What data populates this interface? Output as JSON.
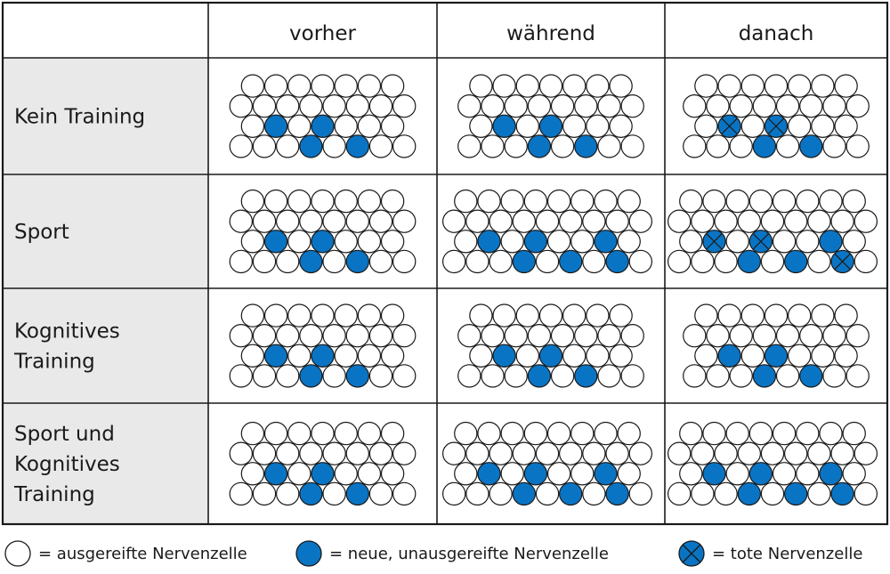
{
  "columns": [
    "vorher",
    "während",
    "danach"
  ],
  "rows": [
    {
      "label": [
        "Kein Training"
      ]
    },
    {
      "label": [
        "Sport"
      ]
    },
    {
      "label": [
        "Kognitives",
        "Training"
      ]
    },
    {
      "label": [
        "Sport und",
        "Kognitives",
        "Training"
      ]
    }
  ],
  "legend": {
    "ripe": "= ausgereifte Nervenzelle",
    "new": "= neue, unausgereifte Nervenzelle",
    "dead": "= tote Nervenzelle"
  },
  "colors": {
    "new_cell": "#0a74c4",
    "row_header_bg": "#e9e9e9",
    "grid_line": "#1a1a1a",
    "cell_stroke": "#1a1a1a"
  },
  "cell_states": {
    "ripe": "white-circle",
    "new": "blue-circle",
    "dead": "blue-circle-with-x"
  },
  "panels": [
    [
      {
        "new": [
          [
            2,
            1
          ],
          [
            2,
            3
          ],
          [
            3,
            3
          ],
          [
            3,
            5
          ]
        ],
        "dead": []
      },
      {
        "new": [
          [
            2,
            1
          ],
          [
            2,
            3
          ],
          [
            3,
            3
          ],
          [
            3,
            5
          ]
        ],
        "dead": []
      },
      {
        "new": [
          [
            3,
            3
          ],
          [
            3,
            5
          ]
        ],
        "dead": [
          [
            2,
            1
          ],
          [
            2,
            3
          ]
        ]
      }
    ],
    [
      {
        "new": [
          [
            2,
            1
          ],
          [
            2,
            3
          ],
          [
            3,
            3
          ],
          [
            3,
            5
          ]
        ],
        "dead": []
      },
      {
        "new": [
          [
            2,
            1
          ],
          [
            2,
            3
          ],
          [
            2,
            6
          ],
          [
            3,
            3
          ],
          [
            3,
            5
          ],
          [
            3,
            7
          ]
        ],
        "dead": []
      },
      {
        "new": [
          [
            2,
            6
          ],
          [
            3,
            3
          ],
          [
            3,
            5
          ]
        ],
        "dead": [
          [
            2,
            1
          ],
          [
            2,
            3
          ],
          [
            3,
            7
          ]
        ]
      }
    ],
    [
      {
        "new": [
          [
            2,
            1
          ],
          [
            2,
            3
          ],
          [
            3,
            3
          ],
          [
            3,
            5
          ]
        ],
        "dead": []
      },
      {
        "new": [
          [
            2,
            1
          ],
          [
            2,
            3
          ],
          [
            3,
            3
          ],
          [
            3,
            5
          ]
        ],
        "dead": []
      },
      {
        "new": [
          [
            2,
            1
          ],
          [
            2,
            3
          ],
          [
            3,
            3
          ],
          [
            3,
            5
          ]
        ],
        "dead": []
      }
    ],
    [
      {
        "new": [
          [
            2,
            1
          ],
          [
            2,
            3
          ],
          [
            3,
            3
          ],
          [
            3,
            5
          ]
        ],
        "dead": []
      },
      {
        "new": [
          [
            2,
            1
          ],
          [
            2,
            3
          ],
          [
            2,
            6
          ],
          [
            3,
            3
          ],
          [
            3,
            5
          ],
          [
            3,
            7
          ]
        ],
        "dead": []
      },
      {
        "new": [
          [
            2,
            1
          ],
          [
            2,
            3
          ],
          [
            2,
            6
          ],
          [
            3,
            3
          ],
          [
            3,
            5
          ],
          [
            3,
            7
          ]
        ],
        "dead": []
      }
    ]
  ]
}
